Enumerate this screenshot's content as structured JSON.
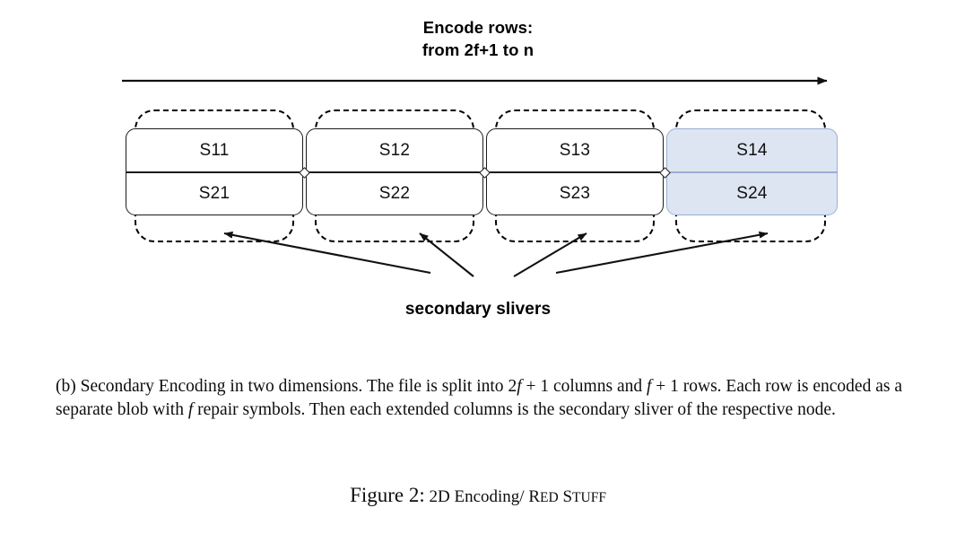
{
  "figure": {
    "encode_title": {
      "line1": "Encode rows:",
      "line2": "from 2f+1 to n"
    },
    "arrow_direction": "right",
    "grid": {
      "columns": 4,
      "rows": 2,
      "cells": [
        {
          "label": "S11",
          "row": 1,
          "col": 1,
          "highlighted": false
        },
        {
          "label": "S12",
          "row": 1,
          "col": 2,
          "highlighted": false
        },
        {
          "label": "S13",
          "row": 1,
          "col": 3,
          "highlighted": false
        },
        {
          "label": "S14",
          "row": 1,
          "col": 4,
          "highlighted": true
        },
        {
          "label": "S21",
          "row": 2,
          "col": 1,
          "highlighted": false
        },
        {
          "label": "S22",
          "row": 2,
          "col": 2,
          "highlighted": false
        },
        {
          "label": "S23",
          "row": 2,
          "col": 3,
          "highlighted": false
        },
        {
          "label": "S24",
          "row": 2,
          "col": 4,
          "highlighted": true
        }
      ]
    },
    "annotation_label": "secondary slivers",
    "annotation_arrow_count": 4,
    "colors": {
      "highlight_fill": "#dde5f3",
      "highlight_border": "#9aaed4",
      "line": "#1b1b1b",
      "dashed_outline": "#000000",
      "text": "#000000"
    }
  },
  "subcaption": {
    "prefix": "(b)",
    "line1_a": " Secondary Encoding in two dimensions. The file is split into ",
    "line1_math1_num": "2",
    "line1_math1_var": "f",
    "line1_math1_rest": " + 1",
    "line1_b": " columns and ",
    "line1_math2_var": "f",
    "line1_math2_rest": " + 1",
    "line2_a": "rows. Each row is encoded as a separate blob with ",
    "line2_math_var": "f",
    "line2_b": " repair symbols. Then each extended",
    "line3": "columns is the secondary sliver of the respective node."
  },
  "figure_caption": {
    "label": "Figure 2:",
    "text_part1": "2D Encoding/ ",
    "text_red_big": "R",
    "text_red_small": "ED",
    "text_space": " ",
    "text_stuff_big": "S",
    "text_stuff_small": "TUFF"
  }
}
